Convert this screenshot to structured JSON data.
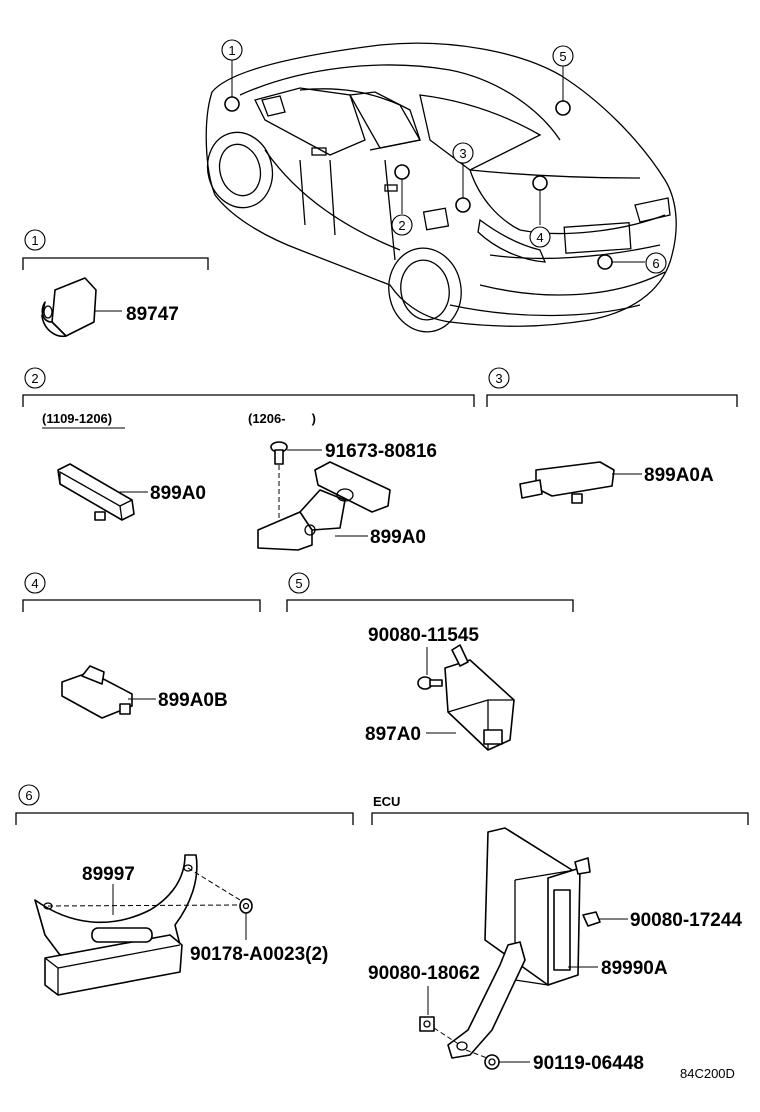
{
  "car_callouts": [
    "1",
    "5",
    "3",
    "2",
    "4",
    "6"
  ],
  "sections": [
    {
      "id": "1",
      "parts": [
        "89747"
      ]
    },
    {
      "id": "2",
      "variants": [
        {
          "date": "(1109-1206)",
          "parts": [
            "899A0"
          ]
        },
        {
          "date": "(1206-　　)",
          "parts": [
            "91673-80816",
            "899A0"
          ]
        }
      ]
    },
    {
      "id": "3",
      "parts": [
        "899A0A"
      ]
    },
    {
      "id": "4",
      "parts": [
        "899A0B"
      ]
    },
    {
      "id": "5",
      "parts": [
        "90080-11545",
        "897A0"
      ]
    },
    {
      "id": "6",
      "parts": [
        "89997",
        "90178-A0023(2)"
      ]
    },
    {
      "id": "ECU",
      "parts": [
        "90080-17244",
        "89990A",
        "90080-18062",
        "90119-06448"
      ]
    }
  ],
  "figure_code": "84C200D"
}
